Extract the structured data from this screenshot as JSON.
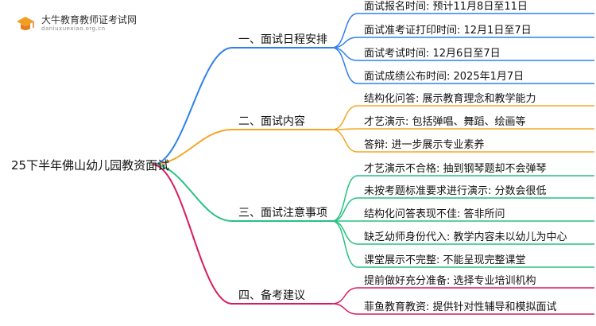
{
  "watermark": {
    "name": "大牛教育教师证考试网",
    "url": "daniuxuexiao.org.cn"
  },
  "root": {
    "label": "25下半年佛山幼儿园教资面试"
  },
  "branches": [
    {
      "label": "一、面试日程安排",
      "color": "#2f80ed",
      "items": [
        "面试报名时间: 预计11月8日至11日",
        "面试准考证打印时间: 12月1日至7日",
        "面试考试时间: 12月6日至7日",
        "面试成绩公布时间: 2025年1月7日"
      ]
    },
    {
      "label": "二、面试内容",
      "color": "#f5a623",
      "items": [
        "结构化问答: 展示教育理念和教学能力",
        "才艺演示: 包括弹唱、舞蹈、绘画等",
        "答辩: 进一步展示专业素养"
      ]
    },
    {
      "label": "三、面试注意事项",
      "color": "#27c281",
      "items": [
        "才艺演示不合格: 抽到钢琴题却不会弹琴",
        "未按考题标准要求进行演示: 分数会很低",
        "结构化问答表现不佳: 答非所问",
        "缺乏幼师身份代入: 教学内容未以幼儿为中心",
        "课堂展示不完整: 不能呈现完整课堂"
      ]
    },
    {
      "label": "四、备考建议",
      "color": "#d81b60",
      "items": [
        "提前做好充分准备: 选择专业培训机构",
        "菲鱼教育教资: 提供针对性辅导和模拟面试"
      ]
    }
  ]
}
